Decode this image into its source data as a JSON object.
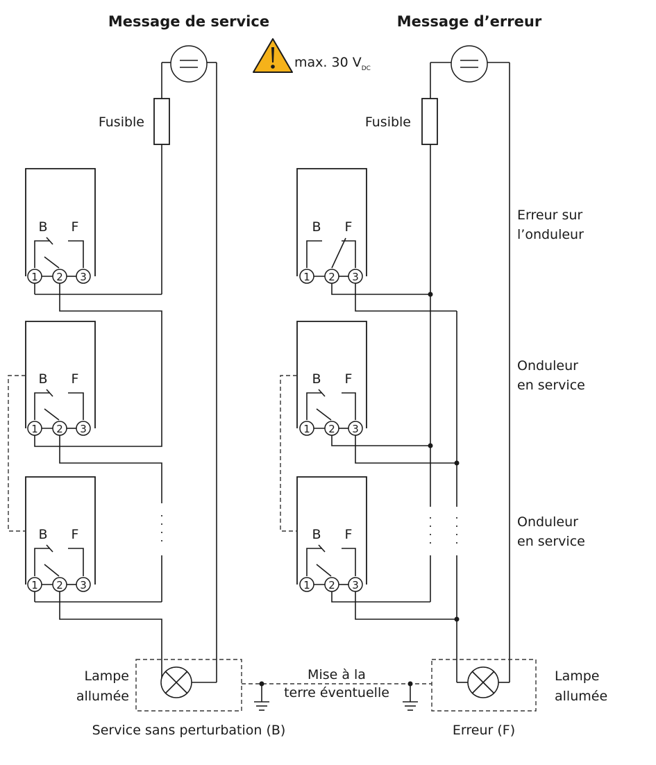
{
  "left_panel": {
    "title": "Message de service",
    "fuse_label": "Fusible",
    "lamp_label": [
      "Lampe",
      "allumée"
    ],
    "caption": "Service sans perturbation (B)"
  },
  "right_panel": {
    "title": "Message d’erreur",
    "fuse_label": "Fusible",
    "lamp_label": [
      "Lampe",
      "allumée"
    ],
    "caption": "Erreur (F)",
    "state_labels": [
      [
        "Erreur sur",
        "l’onduleur"
      ],
      [
        "Onduleur",
        "en service"
      ],
      [
        "Onduleur",
        "en service"
      ]
    ]
  },
  "warning": {
    "text": "max. 30 V",
    "subscript": "DC",
    "icon": "warning-triangle-icon"
  },
  "grounding": {
    "label": [
      "Mise à la",
      "terre éventuelle"
    ]
  },
  "relay": {
    "contact_b": "B",
    "contact_f": "F",
    "terminals": [
      "1",
      "2",
      "3"
    ]
  },
  "colors": {
    "line": "#1a1a1a",
    "warning_fill": "#f5b21a"
  }
}
